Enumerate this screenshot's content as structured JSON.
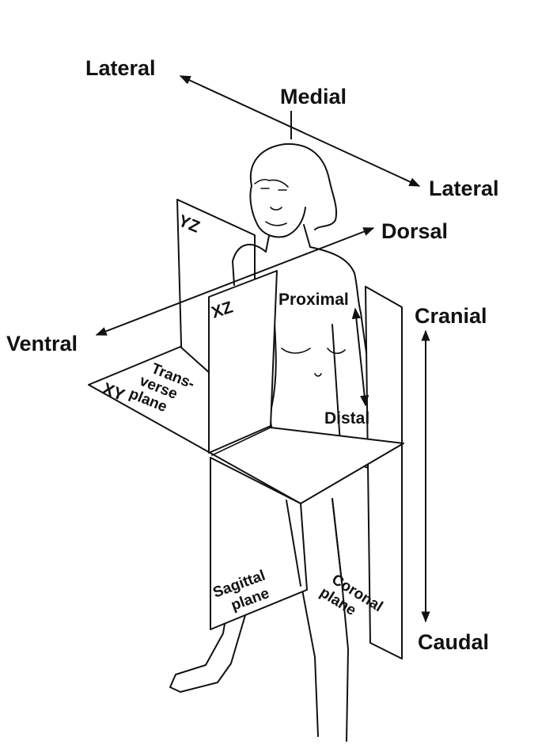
{
  "labels": {
    "lateral_left": "Lateral",
    "medial": "Medial",
    "lateral_right": "Lateral",
    "dorsal": "Dorsal",
    "ventral": "Ventral",
    "cranial": "Cranial",
    "caudal": "Caudal",
    "proximal": "Proximal",
    "distal": "Distal",
    "yz": "YZ",
    "xz": "XZ",
    "xy": "XY",
    "transverse_line1": "Trans-",
    "transverse_line2": "verse",
    "transverse_line3": "plane",
    "sagittal_line1": "Sagittal",
    "sagittal_line2": "plane",
    "coronal_line1": "Coronal",
    "coronal_line2": "plane"
  },
  "colors": {
    "ink": "#111111",
    "background": "#ffffff"
  }
}
